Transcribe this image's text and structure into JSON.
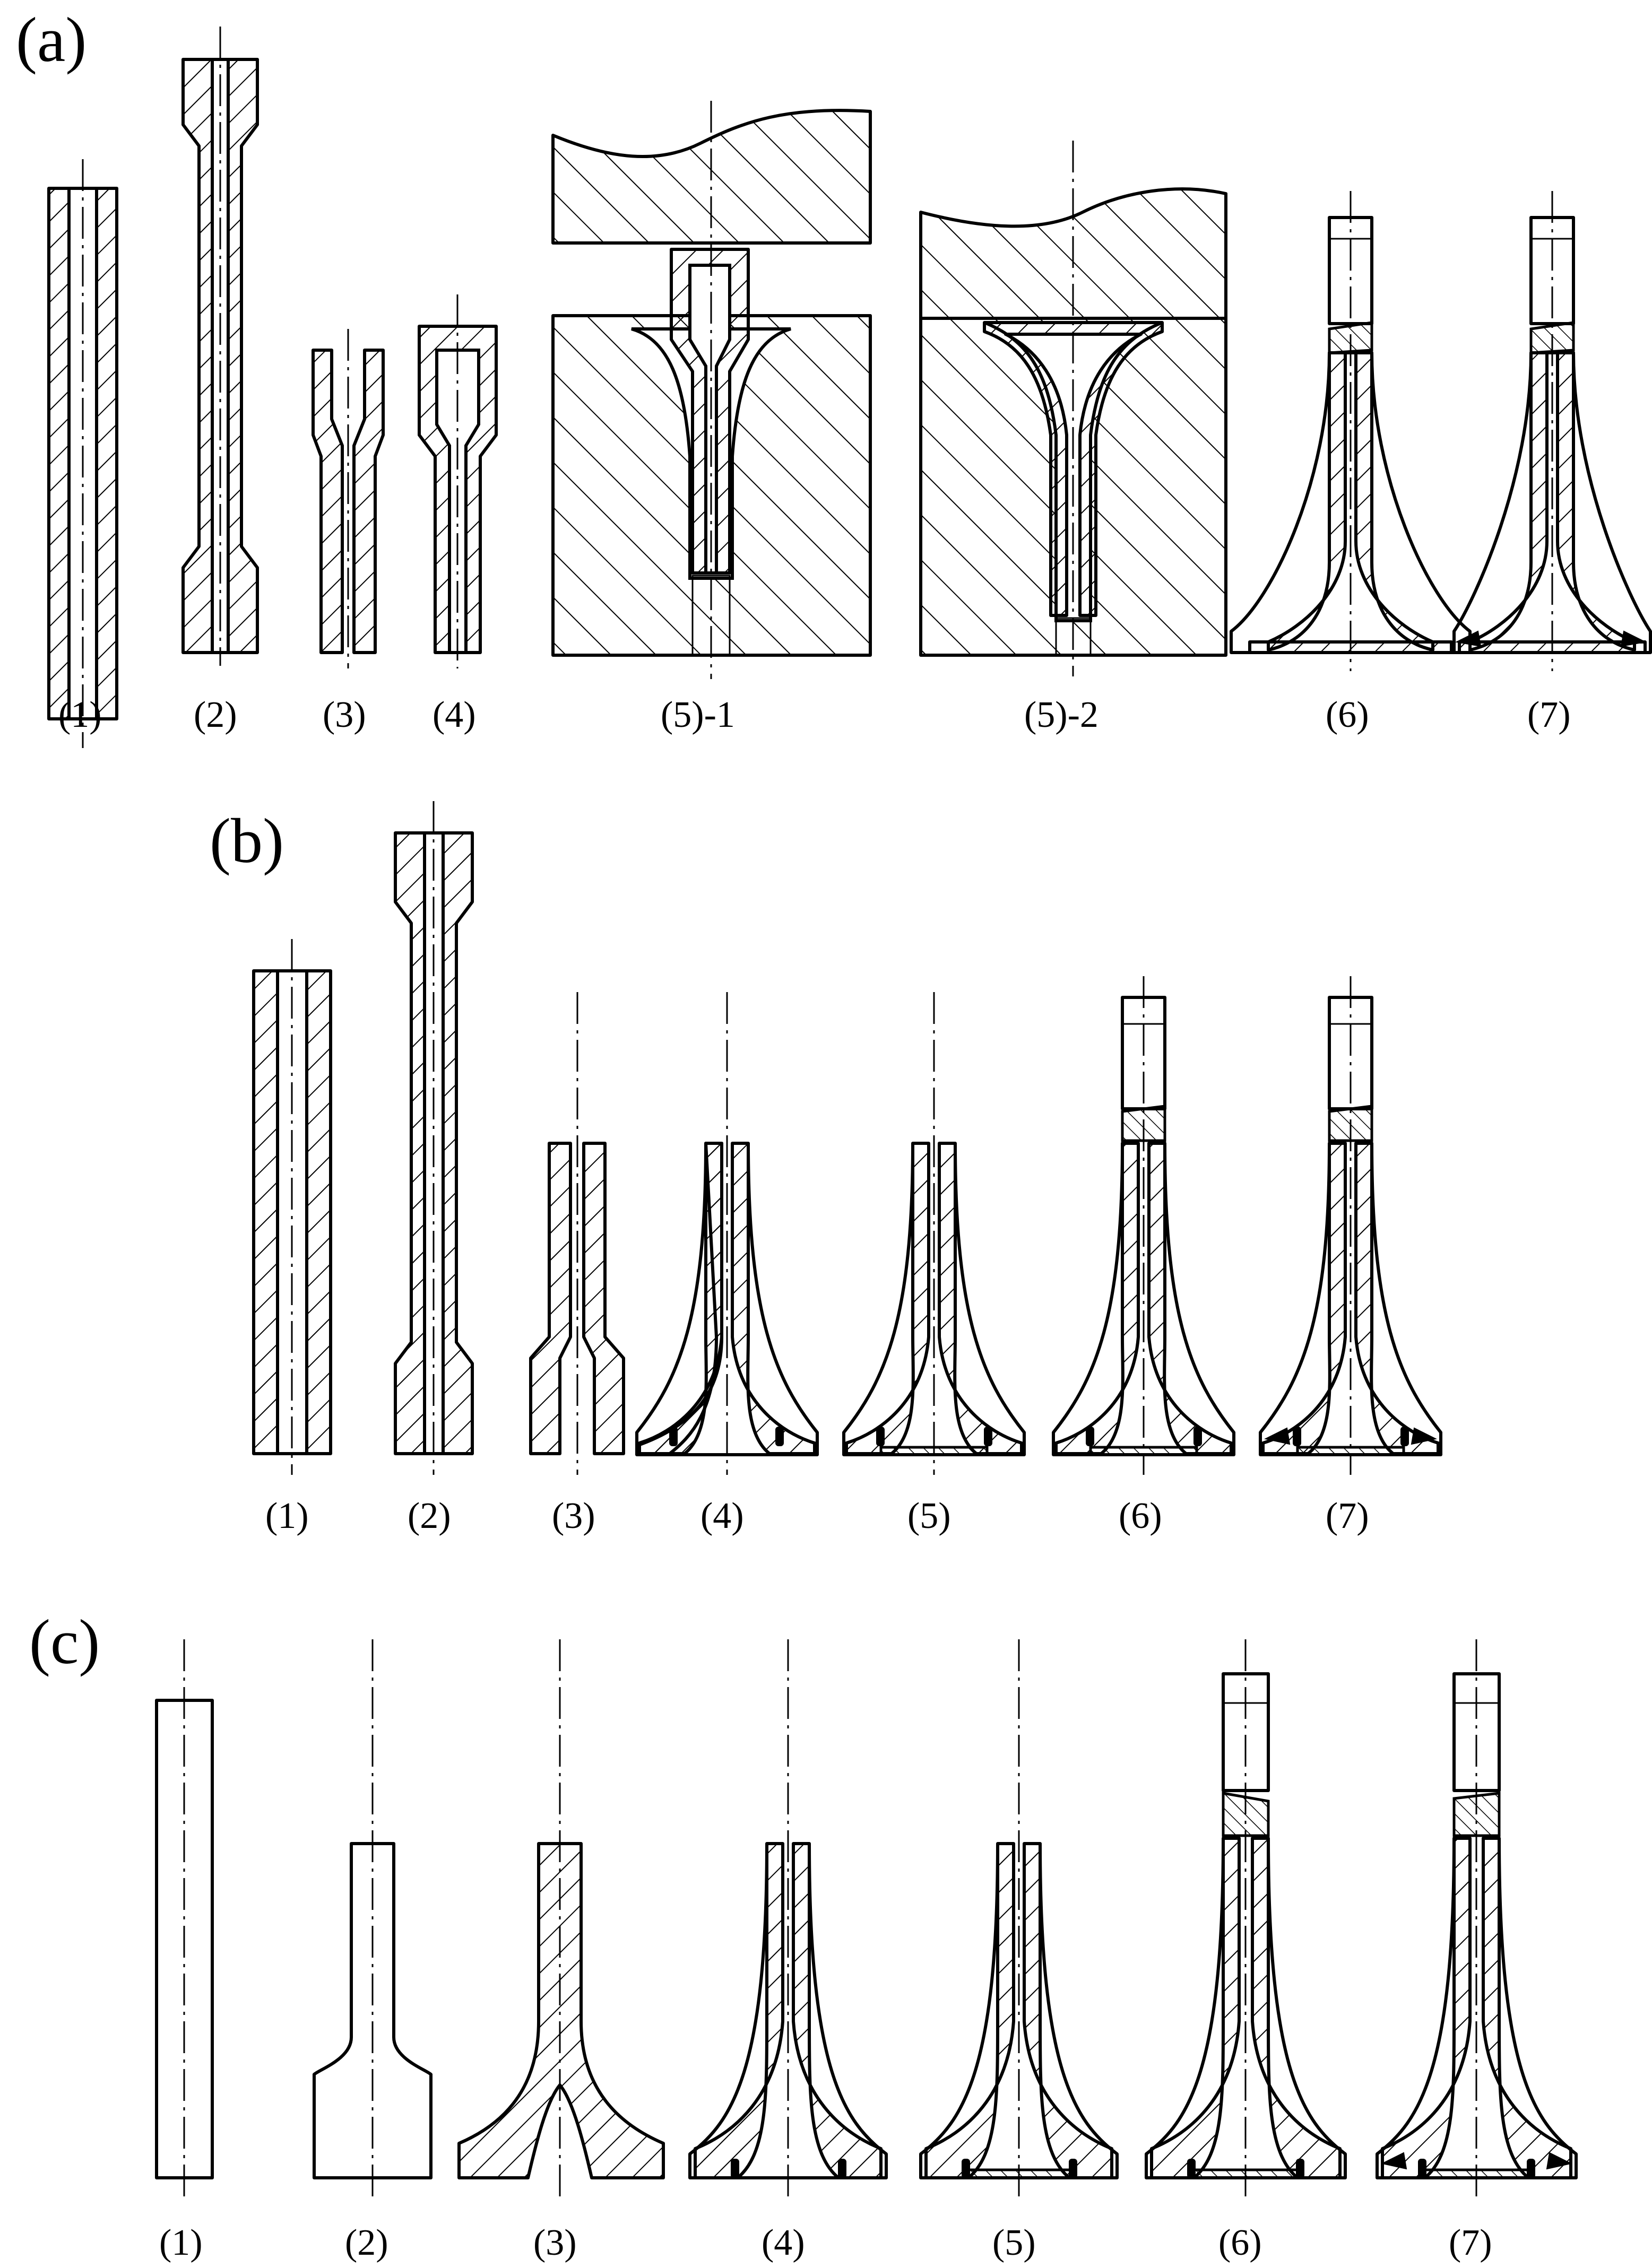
{
  "panels": [
    {
      "label": "(a)",
      "steps": [
        "(1)",
        "(2)",
        "(3)",
        "(4)",
        "(5)-1",
        "(5)-2",
        "(6)",
        "(7)"
      ]
    },
    {
      "label": "(b)",
      "steps": [
        "(1)",
        "(2)",
        "(3)",
        "(4)",
        "(5)",
        "(6)",
        "(7)"
      ]
    },
    {
      "label": "(c)",
      "steps": [
        "(1)",
        "(2)",
        "(3)",
        "(4)",
        "(5)",
        "(6)",
        "(7)"
      ]
    }
  ]
}
